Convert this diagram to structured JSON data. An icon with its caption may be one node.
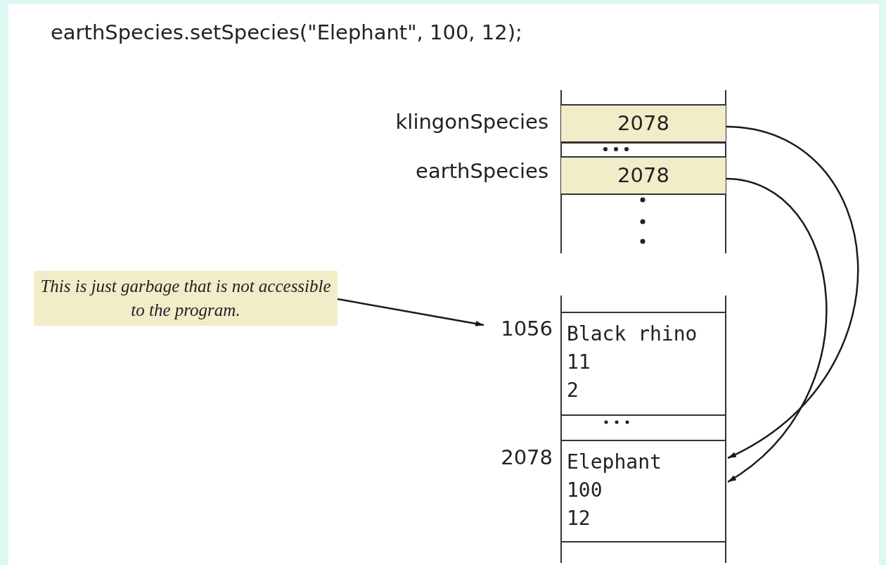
{
  "diagram": {
    "nodes": [
      {
        "text": [
          "2078"
        ],
        "beside": [
          "klingonSpecies"
        ]
      },
      {
        "text": [
          "2078"
        ],
        "beside": [
          "earthSpecies"
        ]
      },
      {
        "text": [
          "This is just garbage that is not accessible to the program."
        ]
      },
      {
        "text": [
          "Black rhino",
          "11",
          "2"
        ],
        "beside": [
          "1056"
        ]
      },
      {
        "text": [
          "Elephant",
          "100",
          "12"
        ],
        "beside": [
          "2078"
        ]
      }
    ],
    "edges": [
      {
        "from": 0,
        "to": 4,
        "arrow": "to"
      },
      {
        "from": 1,
        "to": 4,
        "arrow": "to"
      },
      {
        "from": 2,
        "to": 3,
        "arrow": "to"
      }
    ],
    "labels": [
      "earthSpecies.setSpecies(\"Elephant\", 100, 12);"
    ]
  }
}
